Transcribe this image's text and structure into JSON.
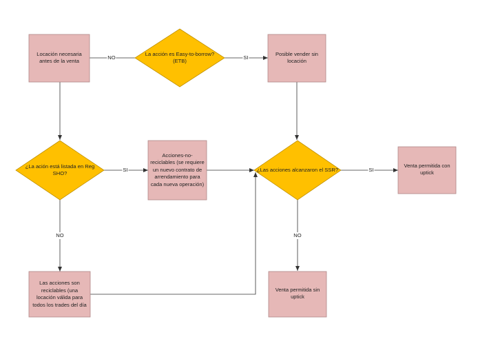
{
  "colors": {
    "box_fill": "#e6b8b7",
    "box_stroke": "#b08888",
    "decision_fill": "#ffc000",
    "decision_stroke": "#bf9000",
    "connector": "#333333"
  },
  "nodes": {
    "etb_question": "La acción es Easy-to-borrow? (ETB)",
    "locate_required": "Locación necesaria antes de la venta",
    "sell_without_locate": "Posible vender sin locación",
    "reg_sho_question": "¿La ación está listada en Reg SHO?",
    "non_recyclable": "Acciones-no-reciclables (se requiere un nuevo contrato de arrendamiento para cada nueva operación)",
    "ssr_question": "¿Las acciones alcanzaron el SSR?",
    "sale_with_uptick": "Venta permitida con uptick",
    "recyclable": "Las acciones son reciclables (una locación válida para todos los trades del día",
    "sale_without_uptick": "Venta permitida sin uptick"
  },
  "edge_labels": {
    "etb_no": "NO",
    "etb_yes": "SI",
    "reg_sho_yes": "SI",
    "reg_sho_no": "NO",
    "ssr_yes": "SI",
    "ssr_no": "NO"
  }
}
